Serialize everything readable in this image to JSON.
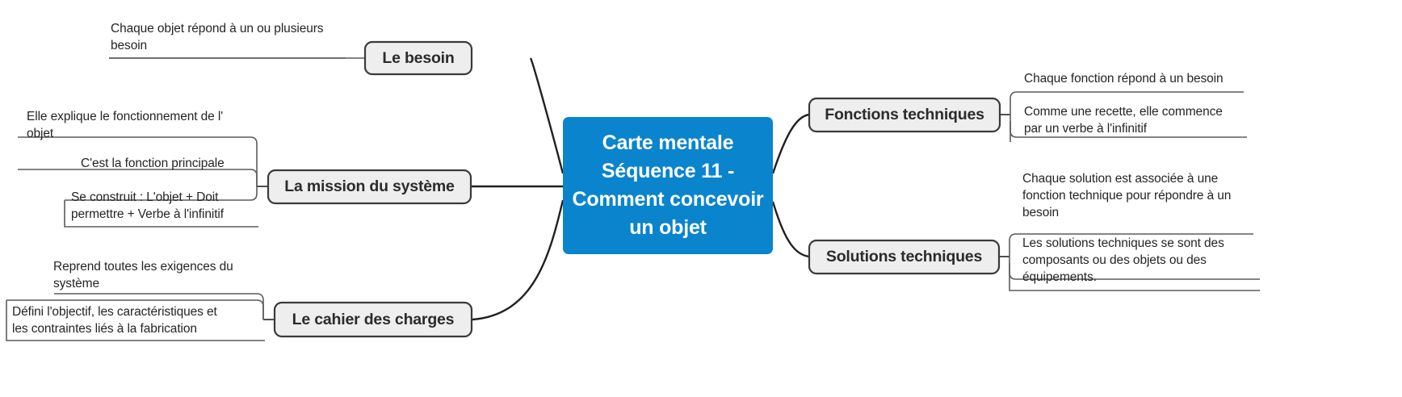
{
  "diagram": {
    "title": "Carte mentale Séquence 11 - Comment concevoir un objet",
    "type": "mind-map",
    "colors": {
      "central_fill": "#0a84cd",
      "central_text": "#ffffff",
      "branch_fill": "#eeeeee",
      "branch_border": "#3a3a3a",
      "leaf_text": "#252525",
      "connector_main": "#231f20",
      "connector_sub": "#5b5b5b",
      "background": "#ffffff"
    }
  },
  "central": {
    "label": "Carte mentale\nSéquence 11 -\nComment concevoir\nun objet"
  },
  "branches": {
    "le_besoin": {
      "label": "Le besoin",
      "leaves": [
        {
          "text": "Chaque objet répond à un ou plusieurs\nbesoin"
        }
      ]
    },
    "la_mission_du_systeme": {
      "label": "La mission du système",
      "leaves": [
        {
          "text": "Elle explique le fonctionnement de l'\nobjet"
        },
        {
          "text": "C'est la fonction principale"
        },
        {
          "text": "Se construit : L'objet + Doit\npermettre + Verbe à l'infinitif"
        }
      ]
    },
    "le_cahier_des_charges": {
      "label": "Le cahier des charges",
      "leaves": [
        {
          "text": "Reprend toutes les exigences du\nsystème"
        },
        {
          "text": "Défini l'objectif, les caractéristiques et\nles contraintes liés à la fabrication"
        }
      ]
    },
    "fonctions_techniques": {
      "label": "Fonctions techniques",
      "leaves": [
        {
          "text": "Chaque fonction répond à un besoin"
        },
        {
          "text": "Comme une recette, elle commence\npar un verbe à l'infinitif"
        }
      ]
    },
    "solutions_techniques": {
      "label": "Solutions techniques",
      "leaves": [
        {
          "text": "Chaque solution est associée à une\nfonction technique pour répondre à un\nbesoin"
        },
        {
          "text": "Les solutions techniques se sont des\ncomposants ou des objets ou des\néquipements."
        }
      ]
    }
  }
}
